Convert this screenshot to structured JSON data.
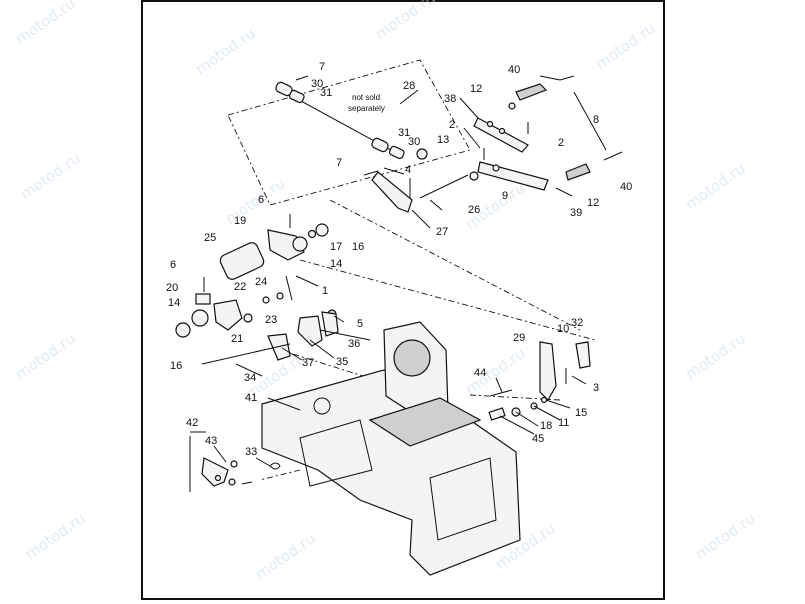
{
  "watermark": "motod.ru",
  "note": {
    "line1": "not sold",
    "line2": "separately"
  },
  "callouts": [
    {
      "id": "c-7a",
      "label": "7"
    },
    {
      "id": "c-30a",
      "label": "30"
    },
    {
      "id": "c-31a",
      "label": "31"
    },
    {
      "id": "c-28",
      "label": "28"
    },
    {
      "id": "c-40a",
      "label": "40"
    },
    {
      "id": "c-12a",
      "label": "12"
    },
    {
      "id": "c-38",
      "label": "38"
    },
    {
      "id": "c-8",
      "label": "8"
    },
    {
      "id": "c-2a",
      "label": "2"
    },
    {
      "id": "c-2b",
      "label": "2"
    },
    {
      "id": "c-31b",
      "label": "31"
    },
    {
      "id": "c-30b",
      "label": "30"
    },
    {
      "id": "c-13",
      "label": "13"
    },
    {
      "id": "c-7b",
      "label": "7"
    },
    {
      "id": "c-4",
      "label": "4"
    },
    {
      "id": "c-9",
      "label": "9"
    },
    {
      "id": "c-40b",
      "label": "40"
    },
    {
      "id": "c-12b",
      "label": "12"
    },
    {
      "id": "c-39",
      "label": "39"
    },
    {
      "id": "c-26",
      "label": "26"
    },
    {
      "id": "c-6a",
      "label": "6"
    },
    {
      "id": "c-19",
      "label": "19"
    },
    {
      "id": "c-17",
      "label": "17"
    },
    {
      "id": "c-16a",
      "label": "16"
    },
    {
      "id": "c-27",
      "label": "27"
    },
    {
      "id": "c-25",
      "label": "25"
    },
    {
      "id": "c-14a",
      "label": "14"
    },
    {
      "id": "c-6b",
      "label": "6"
    },
    {
      "id": "c-24",
      "label": "24"
    },
    {
      "id": "c-22",
      "label": "22"
    },
    {
      "id": "c-1",
      "label": "1"
    },
    {
      "id": "c-20",
      "label": "20"
    },
    {
      "id": "c-14b",
      "label": "14"
    },
    {
      "id": "c-23",
      "label": "23"
    },
    {
      "id": "c-5",
      "label": "5"
    },
    {
      "id": "c-21",
      "label": "21"
    },
    {
      "id": "c-16b",
      "label": "16"
    },
    {
      "id": "c-37",
      "label": "37"
    },
    {
      "id": "c-36",
      "label": "36"
    },
    {
      "id": "c-35",
      "label": "35"
    },
    {
      "id": "c-32",
      "label": "32"
    },
    {
      "id": "c-10",
      "label": "10"
    },
    {
      "id": "c-29",
      "label": "29"
    },
    {
      "id": "c-34",
      "label": "34"
    },
    {
      "id": "c-44",
      "label": "44"
    },
    {
      "id": "c-3",
      "label": "3"
    },
    {
      "id": "c-41",
      "label": "41"
    },
    {
      "id": "c-15",
      "label": "15"
    },
    {
      "id": "c-11",
      "label": "11"
    },
    {
      "id": "c-18",
      "label": "18"
    },
    {
      "id": "c-45",
      "label": "45"
    },
    {
      "id": "c-42",
      "label": "42"
    },
    {
      "id": "c-43",
      "label": "43"
    },
    {
      "id": "c-33",
      "label": "33"
    }
  ]
}
